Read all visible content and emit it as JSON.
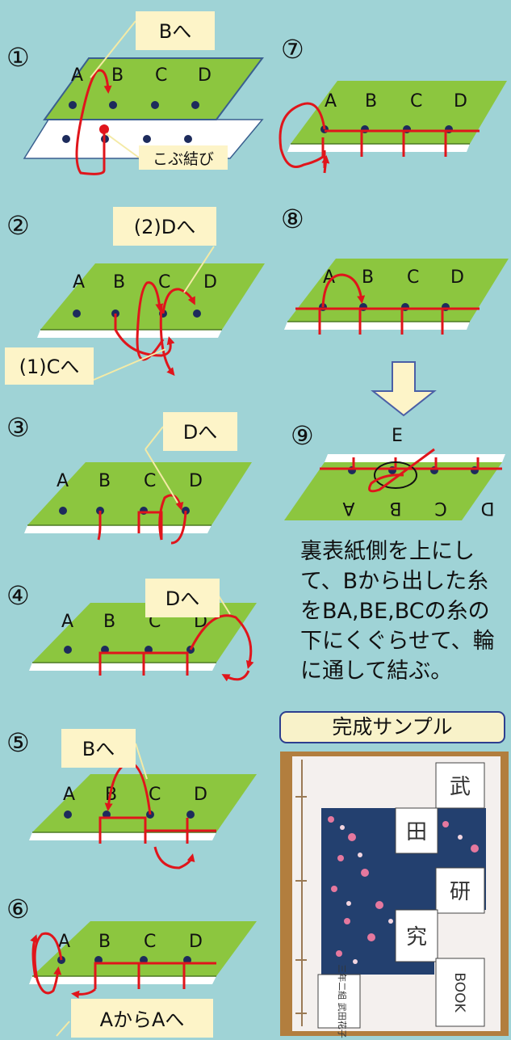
{
  "steps": [
    {
      "num": "①",
      "callouts": [
        "Bへ",
        "こぶ結び"
      ],
      "letters": [
        "A",
        "B",
        "C",
        "D"
      ]
    },
    {
      "num": "②",
      "callouts": [
        "(2)Dへ",
        "(1)Cへ"
      ],
      "letters": [
        "A",
        "B",
        "C",
        "D"
      ]
    },
    {
      "num": "③",
      "callouts": [
        "Dへ"
      ],
      "letters": [
        "A",
        "B",
        "C",
        "D"
      ]
    },
    {
      "num": "④",
      "callouts": [
        "Dへ"
      ],
      "letters": [
        "A",
        "B",
        "C",
        "D"
      ]
    },
    {
      "num": "⑤",
      "callouts": [
        "Bへ"
      ],
      "letters": [
        "A",
        "B",
        "C",
        "D"
      ]
    },
    {
      "num": "⑥",
      "callouts": [
        "AからAへ"
      ],
      "letters": [
        "A",
        "B",
        "C",
        "D"
      ]
    },
    {
      "num": "⑦",
      "callouts": [],
      "letters": [
        "A",
        "B",
        "C",
        "D"
      ]
    },
    {
      "num": "⑧",
      "callouts": [],
      "letters": [
        "A",
        "B",
        "C",
        "D"
      ]
    },
    {
      "num": "⑨",
      "callouts": [],
      "letters": [
        "E",
        "A",
        "B",
        "C",
        "D"
      ]
    }
  ],
  "instruction": [
    "裏表紙側を上にし",
    "て、Bから出した糸",
    "をBA,BE,BCの糸の",
    "下にくぐらせて、輪",
    "に通して結ぶ。"
  ],
  "sample": {
    "title": "完成サンプル",
    "labels": [
      "武",
      "田",
      "研",
      "究",
      "BOOK"
    ],
    "name_label": "三年二組 武田花子"
  },
  "colors": {
    "background": "#9fd3d6",
    "board": "#8cc63f",
    "board_edge": "#4d7a24",
    "thread": "#e0151b",
    "callout_fill": "#fdf4c8",
    "callout_line": "#f4eaa6"
  }
}
